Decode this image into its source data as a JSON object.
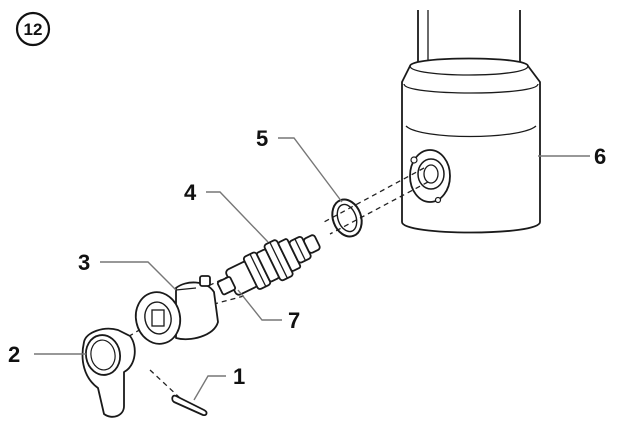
{
  "step_number": "12",
  "parts": [
    {
      "label": "1",
      "name": "pin"
    },
    {
      "label": "2",
      "name": "lever-handle"
    },
    {
      "label": "3",
      "name": "handle-adapter"
    },
    {
      "label": "4",
      "name": "cartridge"
    },
    {
      "label": "5",
      "name": "o-ring"
    },
    {
      "label": "6",
      "name": "faucet-body"
    },
    {
      "label": "7",
      "name": "cartridge-stem"
    }
  ]
}
